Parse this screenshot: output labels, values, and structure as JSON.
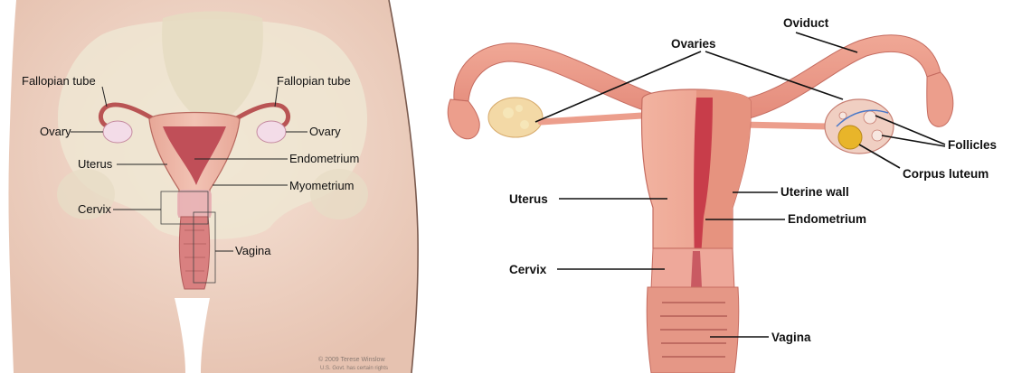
{
  "left_diagram": {
    "labels": {
      "fallopian_tube_left": "Fallopian tube",
      "fallopian_tube_right": "Fallopian tube",
      "ovary_left": "Ovary",
      "ovary_right": "Ovary",
      "uterus": "Uterus",
      "endometrium": "Endometrium",
      "myometrium": "Myometrium",
      "cervix": "Cervix",
      "vagina": "Vagina"
    },
    "copyright": "© 2009 Terese Winslow",
    "copyright_url": "U.S. Govt. has certain rights"
  },
  "right_diagram": {
    "labels": {
      "ovaries": "Ovaries",
      "oviduct": "Oviduct",
      "follicles": "Follicles",
      "corpus_luteum": "Corpus luteum",
      "uterus": "Uterus",
      "uterine_wall": "Uterine wall",
      "endometrium": "Endometrium",
      "cervix": "Cervix",
      "vagina": "Vagina"
    }
  },
  "colors": {
    "skin": "#f2d9cb",
    "bone": "#efe6d2",
    "tissue": "#e9a391",
    "muscle": "#e08a79",
    "lining": "#c8505a",
    "ovary": "#f0d6a6",
    "corpus_luteum": "#e8b52a"
  }
}
